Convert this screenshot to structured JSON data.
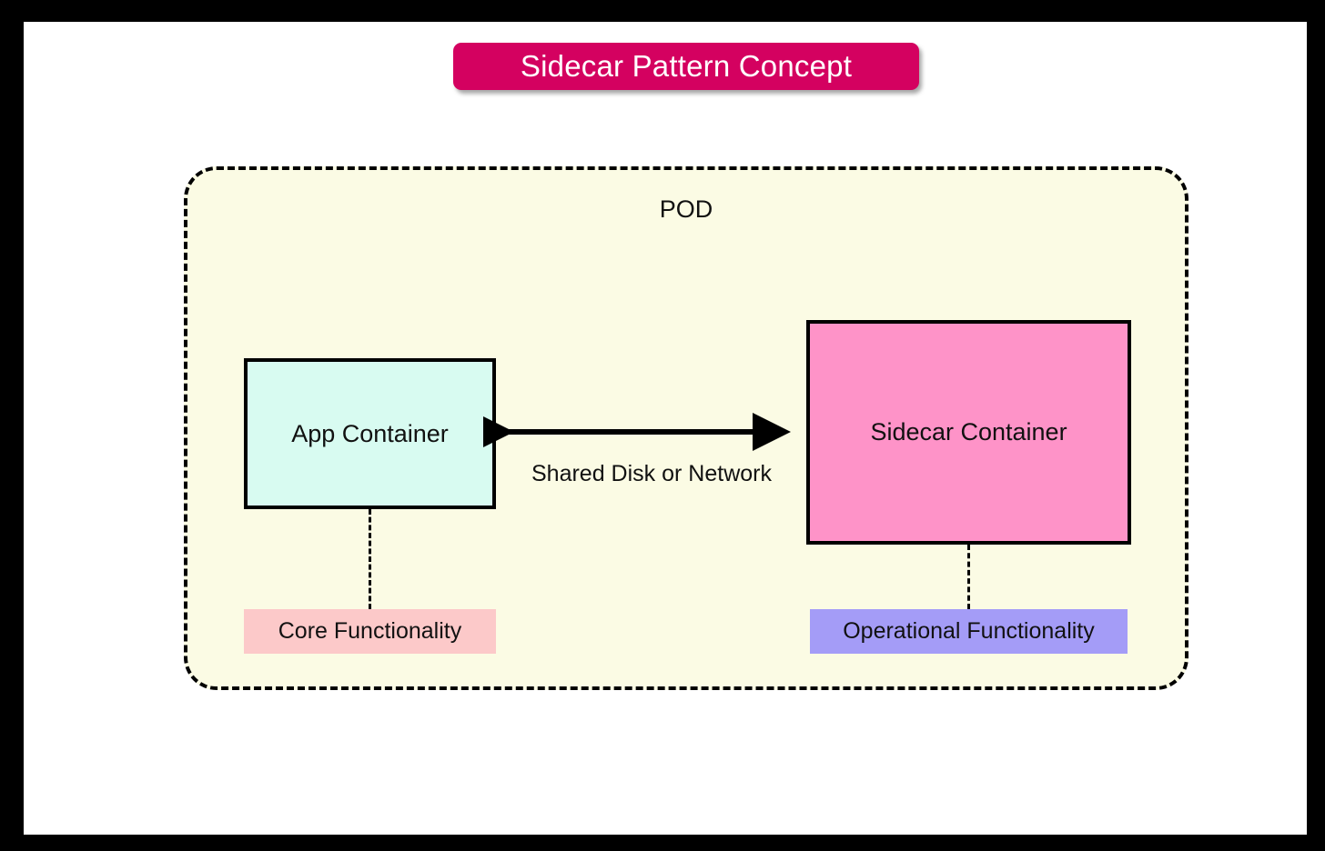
{
  "title": {
    "text": "Sidecar Pattern Concept",
    "background_color": "#d40160",
    "text_color": "#ffffff"
  },
  "diagram": {
    "pod": {
      "label": "POD",
      "background_color": "#fbfbe4",
      "border_style": "dashed",
      "border_color": "#000000"
    },
    "containers": [
      {
        "name": "app-container",
        "label": "App Container",
        "fill_color": "#d8fbf1",
        "border_color": "#000000"
      },
      {
        "name": "sidecar-container",
        "label": "Sidecar Container",
        "fill_color": "#fe93c8",
        "border_color": "#000000"
      }
    ],
    "connection": {
      "label": "Shared Disk or Network",
      "arrow_type": "double-headed",
      "color": "#000000"
    },
    "tags": [
      {
        "name": "core-functionality",
        "label": "Core Functionality",
        "fill_color": "#fcc9c9",
        "attached_to": "App Container"
      },
      {
        "name": "operational-functionality",
        "label": "Operational Functionality",
        "fill_color": "#a49cf7",
        "attached_to": "Sidecar Container"
      }
    ]
  },
  "canvas": {
    "background_color": "#ffffff",
    "frame_color": "#000000"
  }
}
